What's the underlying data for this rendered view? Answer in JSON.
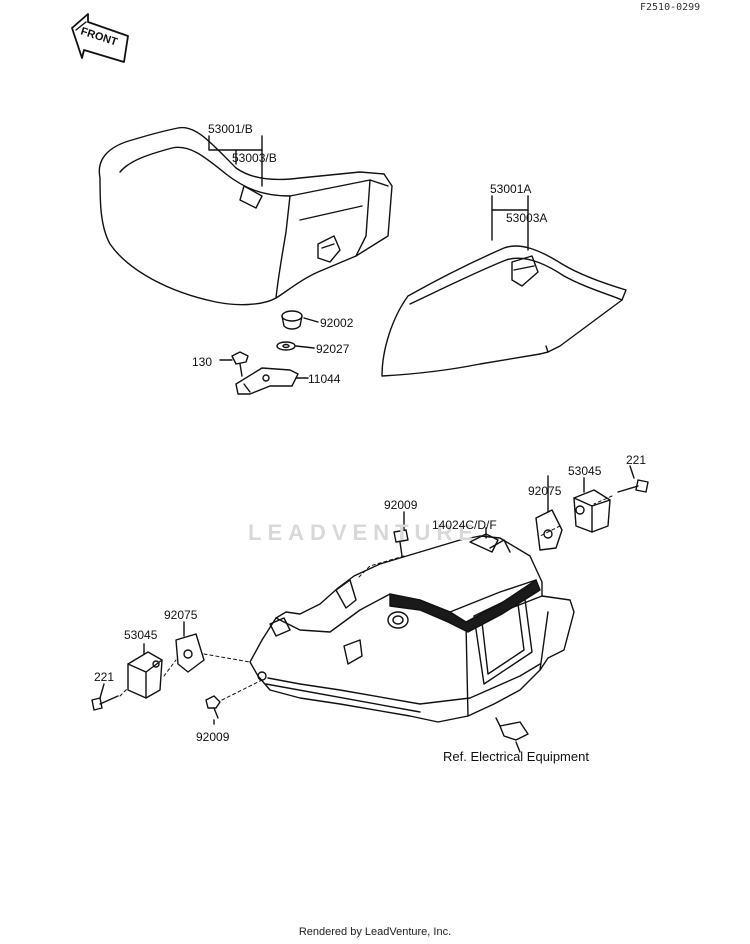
{
  "document_code": "F2510-0299",
  "front_badge": "FRONT",
  "watermark": "LEADVENTURE",
  "footer": "Rendered by LeadVenture, Inc.",
  "labels": {
    "seat_left": "53001/B",
    "seat_left_sub": "53003/B",
    "seat_right": "53001A",
    "seat_right_sub": "53003A",
    "knob": "92002",
    "washer": "92027",
    "bolt_130": "130",
    "bracket": "11044",
    "bolt_top": "92009",
    "cover": "14024C/D/F",
    "pad_right": "92075",
    "hook_right": "53045",
    "bolt_221_right": "221",
    "pad_left": "92075",
    "hook_left": "53045",
    "bolt_221_left": "221",
    "bolt_bottom": "92009",
    "ref": "Ref. Electrical Equipment"
  },
  "colors": {
    "line": "#111111",
    "band": "#1a1a1a",
    "watermark": "#d8d8d8"
  }
}
